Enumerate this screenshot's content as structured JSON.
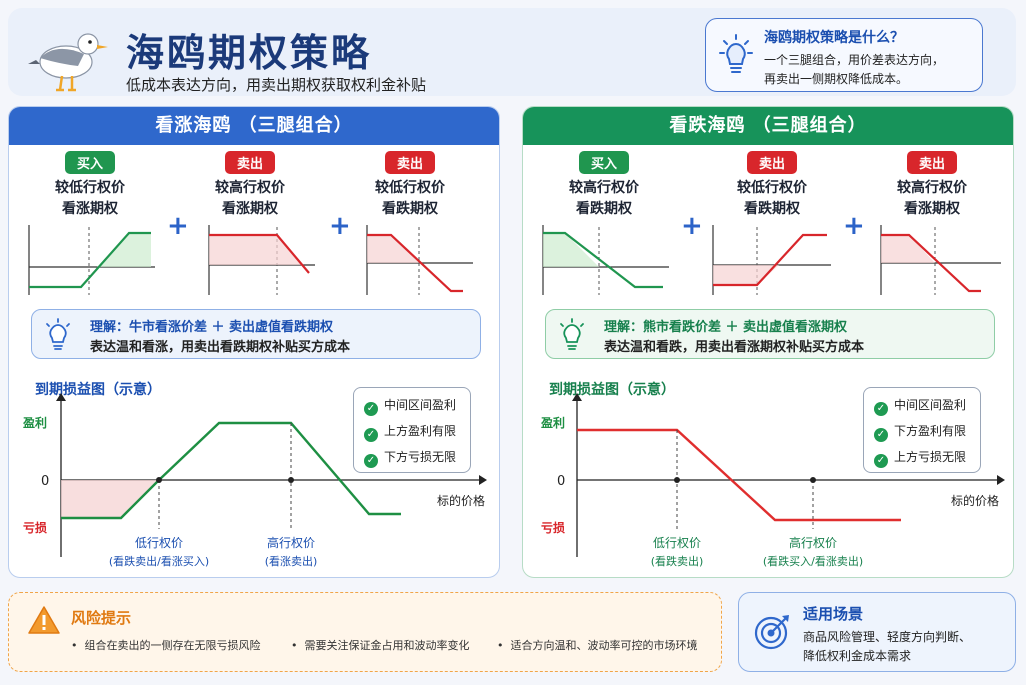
{
  "header": {
    "title": "海鸥期权策略",
    "subtitle": "低成本表达方向，用卖出期权获取权利金补贴",
    "logo_icon": "seagull-icon"
  },
  "what": {
    "title": "海鸥期权策略是什么？",
    "line1": "一个三腿组合，用价差表达方向，",
    "line2": "再卖出一侧期权降低成本。"
  },
  "bull": {
    "heading": "看涨海鸥 （三腿组合）",
    "legs": [
      {
        "action": "买入",
        "kind": "buy",
        "line1": "较低行权价",
        "line2": "看涨期权"
      },
      {
        "action": "卖出",
        "kind": "sell",
        "line1": "较高行权价",
        "line2": "看涨期权"
      },
      {
        "action": "卖出",
        "kind": "sell",
        "line1": "较低行权价",
        "line2": "看跌期权"
      }
    ],
    "insight_title": "理解：牛市看涨价差 ＋ 卖出虚值看跌期权",
    "insight_desc": "表达温和看涨，用卖出看跌期权补贴买方成本",
    "pl_title": "到期损益图（示意）",
    "checks": [
      "中间区间盈利",
      "上方盈利有限",
      "下方亏损无限"
    ],
    "y_profit": "盈利",
    "y_zero": "0",
    "y_loss": "亏损",
    "x_label": "标的价格",
    "strike_low": "低行权价",
    "strike_low_note": "(看跌卖出/看涨买入)",
    "strike_high": "高行权价",
    "strike_high_note": "(看涨卖出)"
  },
  "bear": {
    "heading": "看跌海鸥 （三腿组合）",
    "legs": [
      {
        "action": "买入",
        "kind": "buy",
        "line1": "较高行权价",
        "line2": "看跌期权"
      },
      {
        "action": "卖出",
        "kind": "sell",
        "line1": "较低行权价",
        "line2": "看跌期权"
      },
      {
        "action": "卖出",
        "kind": "sell",
        "line1": "较高行权价",
        "line2": "看涨期权"
      }
    ],
    "insight_title": "理解：熊市看跌价差 ＋ 卖出虚值看涨期权",
    "insight_desc": "表达温和看跌，用卖出看涨期权补贴买方成本",
    "pl_title": "到期损益图（示意）",
    "checks": [
      "中间区间盈利",
      "下方盈利有限",
      "上方亏损无限"
    ],
    "y_profit": "盈利",
    "y_zero": "0",
    "y_loss": "亏损",
    "x_label": "标的价格",
    "strike_low": "低行权价",
    "strike_low_note": "(看跌卖出)",
    "strike_high": "高行权价",
    "strike_high_note": "(看跌买入/看涨卖出)"
  },
  "risk": {
    "title": "风险提示",
    "items": [
      "组合在卖出的一侧存在无限亏损风险",
      "需要关注保证金占用和波动率变化",
      "适合方向温和、波动率可控的市场环境"
    ]
  },
  "scene": {
    "title": "适用场景",
    "line1": "商品风险管理、轻度方向判断、",
    "line2": "降低权利金成本需求"
  },
  "colors": {
    "bull_accent": "#2f68cc",
    "bear_accent": "#17935a",
    "buy_green": "#20964f",
    "sell_red": "#d8262b",
    "risk_orange": "#e07a12"
  }
}
